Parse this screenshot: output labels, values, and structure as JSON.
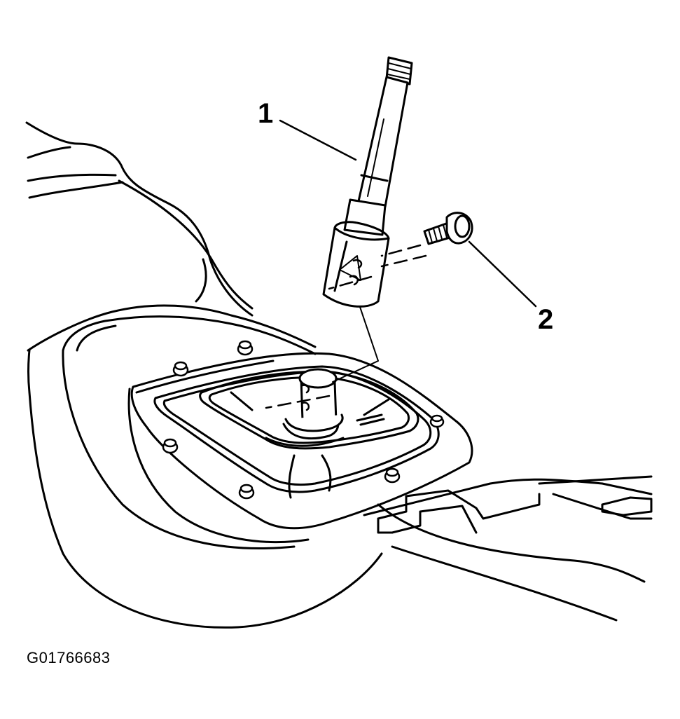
{
  "callouts": {
    "shift_lever": "1",
    "bolt": "2"
  },
  "figure_id": "G01766683",
  "colors": {
    "line": "#000000",
    "fill": "#ffffff"
  }
}
